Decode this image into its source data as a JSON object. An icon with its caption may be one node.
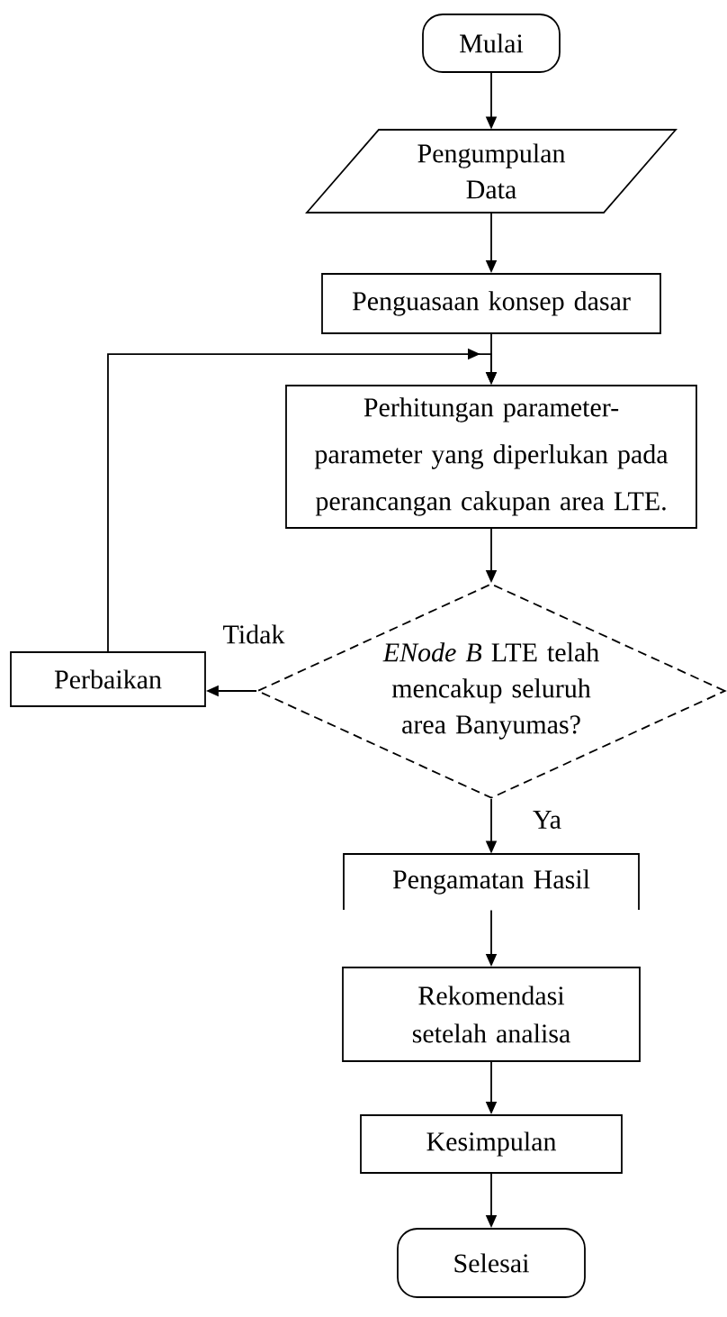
{
  "diagram": {
    "nodes": [
      {
        "text": [
          "Mulai"
        ]
      },
      {
        "text": [
          "Pengumpulan Data"
        ]
      },
      {
        "text": [
          "Penguasaan konsep dasar"
        ]
      },
      {
        "text": [
          "Perhitungan parameter-parameter yang diperlukan pada perancangan cakupan area LTE."
        ]
      },
      {
        "text": [
          "*ENode B* LTE telah mencakup seluruh area Banyumas?"
        ]
      },
      {
        "text": [
          "Perbaikan"
        ]
      },
      {
        "text": [
          "Pengamatan Hasil"
        ]
      },
      {
        "text": [
          "Rekomendasi setelah analisa"
        ]
      },
      {
        "text": [
          "Kesimpulan"
        ]
      },
      {
        "text": [
          "Selesai"
        ]
      }
    ],
    "edges": [
      {
        "from": 0,
        "to": 1,
        "arrow": "to"
      },
      {
        "from": 1,
        "to": 2,
        "arrow": "to"
      },
      {
        "from": 2,
        "to": 3,
        "arrow": "to"
      },
      {
        "from": 3,
        "to": 4,
        "arrow": "to"
      },
      {
        "from": 4,
        "to": 5,
        "arrow": "to",
        "label": "Tidak"
      },
      {
        "from": 5,
        "to": 3,
        "arrow": "to"
      },
      {
        "from": 4,
        "to": 6,
        "arrow": "to",
        "label": "Ya"
      },
      {
        "from": 6,
        "to": 7,
        "arrow": "to"
      },
      {
        "from": 7,
        "to": 8,
        "arrow": "to"
      },
      {
        "from": 8,
        "to": 9,
        "arrow": "to"
      }
    ]
  }
}
